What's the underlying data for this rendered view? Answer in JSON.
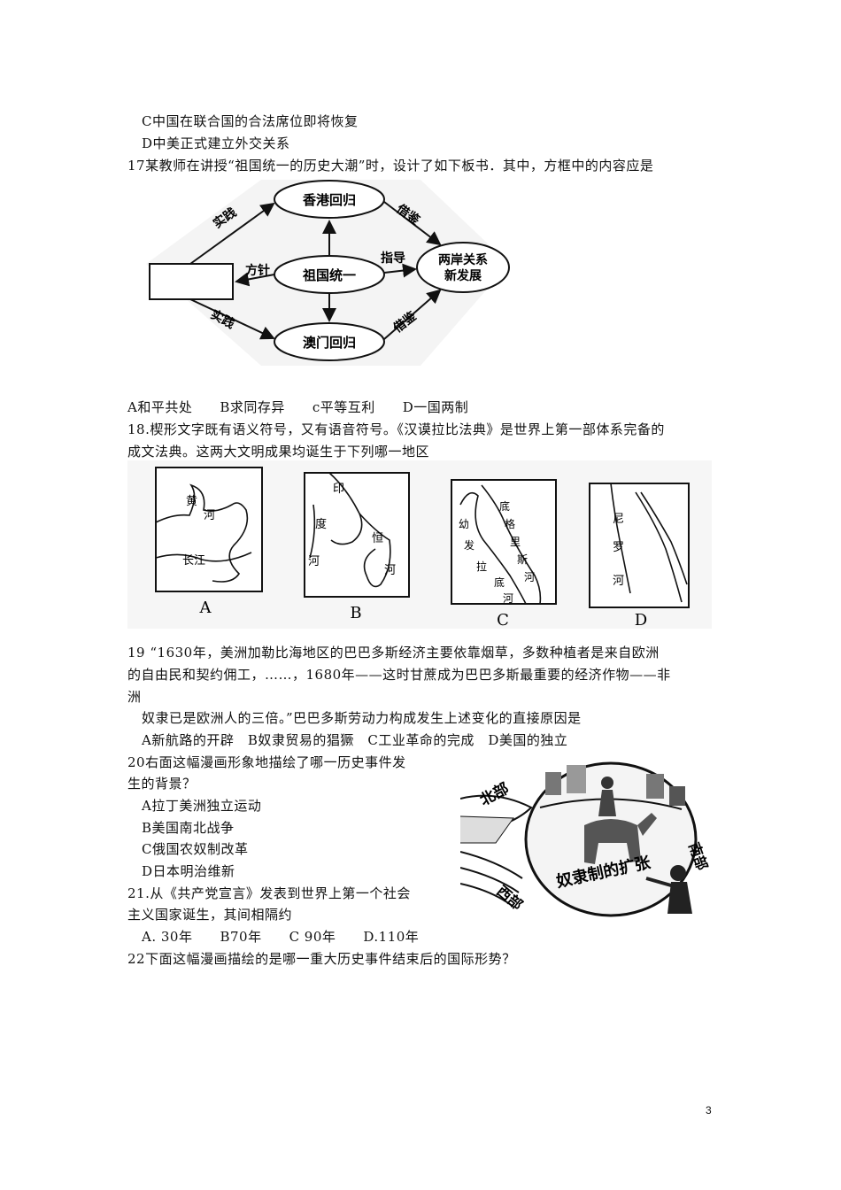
{
  "q16": {
    "option_c": "C中国在联合国的合法席位即将恢复",
    "option_d": "D中美正式建立外交关系"
  },
  "q17": {
    "stem": "17某教师在讲授“祖国统一的历史大潮”时，设计了如下板书．其中，方框中的内容应是",
    "diagram": {
      "center": "祖国统一",
      "top": "香港回归",
      "bottom": "澳门回归",
      "right_line1": "两岸关系",
      "right_line2": "新发展",
      "arrow_practice_top": "实践",
      "arrow_practice_bottom": "实践",
      "arrow_policy": "方针",
      "arrow_guide": "指导",
      "arrow_ref_top": "借鉴",
      "arrow_ref_bottom": "借鉴"
    },
    "options": "A和平共处　　B求同存异　　c平等互利　　D一国两制"
  },
  "q18": {
    "stem_line1": "18.楔形文字既有语义符号，又有语音符号。《汉谟拉比法典》是世界上第一部体系完备的",
    "stem_line2": "成文法典。这两大文明成果均诞生于下列哪一地区",
    "maps": [
      {
        "letter": "A",
        "label1": "黄",
        "label2": "河",
        "label3": "长江"
      },
      {
        "letter": "B",
        "label1": "印",
        "label2": "度",
        "label3": "河",
        "label4": "恒",
        "label5": "河"
      },
      {
        "letter": "C",
        "label1": "幼",
        "label2": "发",
        "label3": "拉",
        "label4": "底",
        "label5": "河",
        "label6": "底",
        "label7": "格",
        "label8": "里",
        "label9": "斯",
        "label10": "河"
      },
      {
        "letter": "D",
        "label1": "尼",
        "label2": "罗",
        "label3": "河"
      }
    ]
  },
  "q19": {
    "line1": "19 “1630年，美洲加勒比海地区的巴巴多斯经济主要依靠烟草，多数种植者是来自欧洲",
    "line2": "的自由民和契约佣工，……，1680年——这时甘蔗成为巴巴多斯最重要的经济作物——非",
    "line3": "洲",
    "line4": "奴隶已是欧洲人的三倍。”巴巴多斯劳动力构成发生上述变化的直接原因是",
    "options": "A新航路的开辟　B奴隶贸易的猖獗　C工业革命的完成　D美国的独立"
  },
  "q20": {
    "stem_line1": "20右面这幅漫画形象地描绘了哪一历史事件发",
    "stem_line2": "生的背景？",
    "option_a": "A拉丁美洲独立运动",
    "option_b": "B美国南北战争",
    "option_c": "C俄国农奴制改革",
    "option_d": "D日本明治维新",
    "cartoon": {
      "north": "北部",
      "south": "南部",
      "west": "西部",
      "caption": "奴隶制的扩张"
    }
  },
  "q21": {
    "stem_line1": "21.从《共产党宣言》发表到世界上第一个社会",
    "stem_line2": "主义国家诞生，其间相隔约",
    "options": "A. 30年　　B70年　　C 90年　　D.110年"
  },
  "q22": {
    "stem": "22下面这幅漫画描绘的是哪一重大历史事件结束后的国际形势？"
  },
  "page_number": "3"
}
